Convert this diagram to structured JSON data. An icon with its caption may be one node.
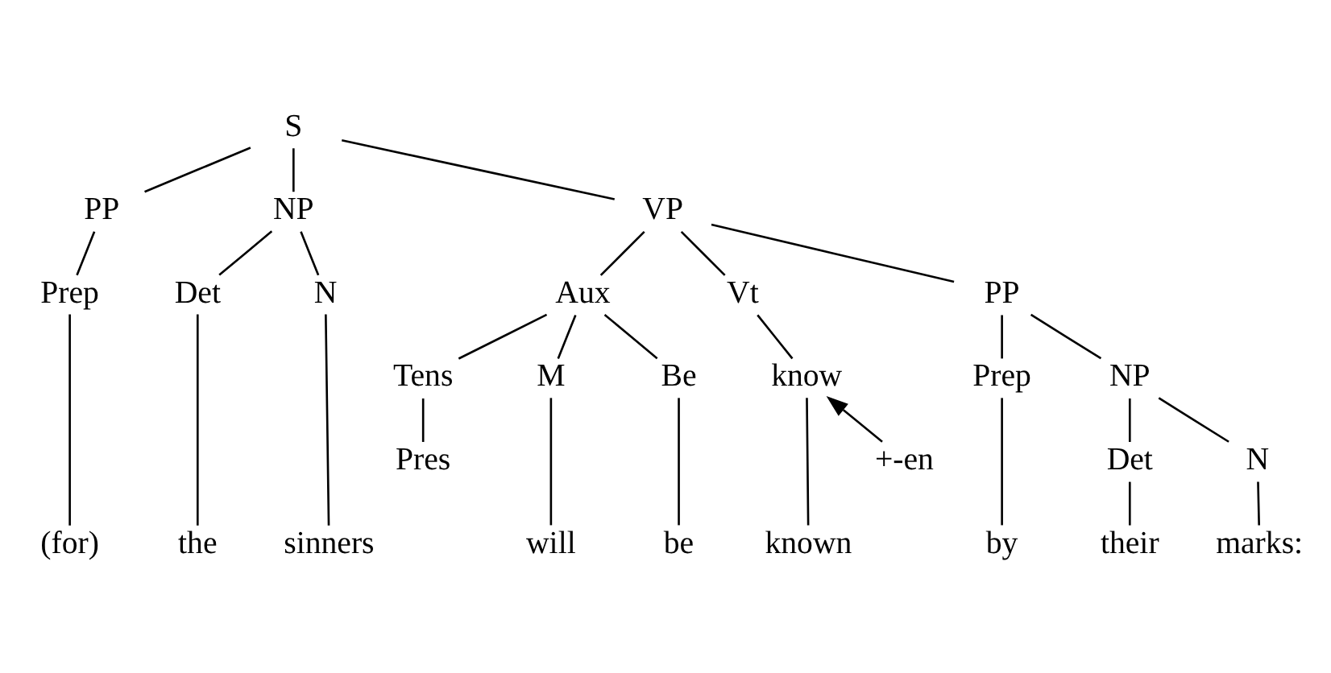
{
  "diagram": {
    "nodes": [
      {
        "text": [
          "S"
        ]
      },
      {
        "text": [
          "PP"
        ]
      },
      {
        "text": [
          "NP"
        ]
      },
      {
        "text": [
          "VP"
        ]
      },
      {
        "text": [
          "Prep"
        ]
      },
      {
        "text": [
          "Det"
        ]
      },
      {
        "text": [
          "N"
        ]
      },
      {
        "text": [
          "Aux"
        ]
      },
      {
        "text": [
          "Vt"
        ]
      },
      {
        "text": [
          "PP"
        ]
      },
      {
        "text": [
          "Tens"
        ]
      },
      {
        "text": [
          "M"
        ]
      },
      {
        "text": [
          "Be"
        ]
      },
      {
        "text": [
          "know"
        ]
      },
      {
        "text": [
          "Prep"
        ]
      },
      {
        "text": [
          "NP"
        ]
      },
      {
        "text": [
          "Pres"
        ]
      },
      {
        "text": [
          "+-en"
        ]
      },
      {
        "text": [
          "Det"
        ]
      },
      {
        "text": [
          "N"
        ]
      },
      {
        "text": [
          "(for)"
        ]
      },
      {
        "text": [
          "the"
        ]
      },
      {
        "text": [
          "sinners"
        ]
      },
      {
        "text": [
          "will"
        ]
      },
      {
        "text": [
          "be"
        ]
      },
      {
        "text": [
          "known"
        ]
      },
      {
        "text": [
          "by"
        ]
      },
      {
        "text": [
          "their"
        ]
      },
      {
        "text": [
          "marks:"
        ]
      }
    ],
    "edges": [
      {
        "from": 0,
        "to": 1,
        "arrow": "none"
      },
      {
        "from": 0,
        "to": 2,
        "arrow": "none"
      },
      {
        "from": 0,
        "to": 3,
        "arrow": "none"
      },
      {
        "from": 1,
        "to": 4,
        "arrow": "none"
      },
      {
        "from": 2,
        "to": 5,
        "arrow": "none"
      },
      {
        "from": 2,
        "to": 6,
        "arrow": "none"
      },
      {
        "from": 3,
        "to": 7,
        "arrow": "none"
      },
      {
        "from": 3,
        "to": 8,
        "arrow": "none"
      },
      {
        "from": 3,
        "to": 9,
        "arrow": "none"
      },
      {
        "from": 7,
        "to": 10,
        "arrow": "none"
      },
      {
        "from": 7,
        "to": 11,
        "arrow": "none"
      },
      {
        "from": 7,
        "to": 12,
        "arrow": "none"
      },
      {
        "from": 8,
        "to": 13,
        "arrow": "none"
      },
      {
        "from": 9,
        "to": 14,
        "arrow": "none"
      },
      {
        "from": 9,
        "to": 15,
        "arrow": "none"
      },
      {
        "from": 10,
        "to": 16,
        "arrow": "none"
      },
      {
        "from": 17,
        "to": 13,
        "arrow": "to"
      },
      {
        "from": 15,
        "to": 18,
        "arrow": "none"
      },
      {
        "from": 15,
        "to": 19,
        "arrow": "none"
      },
      {
        "from": 4,
        "to": 20,
        "arrow": "none"
      },
      {
        "from": 5,
        "to": 21,
        "arrow": "none"
      },
      {
        "from": 6,
        "to": 22,
        "arrow": "none"
      },
      {
        "from": 11,
        "to": 23,
        "arrow": "none"
      },
      {
        "from": 12,
        "to": 24,
        "arrow": "none"
      },
      {
        "from": 13,
        "to": 25,
        "arrow": "none"
      },
      {
        "from": 14,
        "to": 26,
        "arrow": "none"
      },
      {
        "from": 18,
        "to": 27,
        "arrow": "none"
      },
      {
        "from": 19,
        "to": 28,
        "arrow": "none"
      }
    ]
  }
}
